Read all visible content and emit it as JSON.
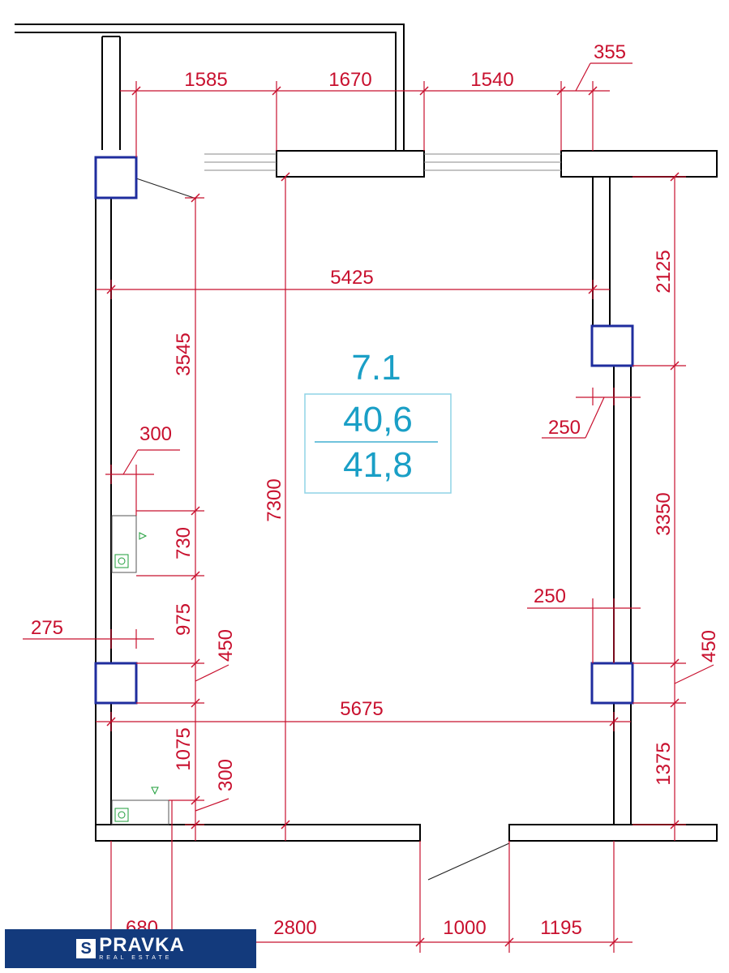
{
  "room": {
    "number": "7.1",
    "area_living": "40,6",
    "area_total": "41,8"
  },
  "dimensions": {
    "top": [
      "1585",
      "1670",
      "1540",
      "355"
    ],
    "right": [
      "2125",
      "250",
      "3350",
      "250",
      "450",
      "1375"
    ],
    "left": [
      "3545",
      "300",
      "730",
      "975",
      "275",
      "450",
      "1075",
      "300"
    ],
    "interior": [
      "5425",
      "7300",
      "5675"
    ],
    "bottom": [
      "680",
      "2800",
      "1000",
      "1195"
    ]
  },
  "brand": {
    "letter": "S",
    "name": "PRAVKA",
    "tagline": "REAL ESTATE",
    "color": "#133a7c"
  },
  "colors": {
    "wall": "#000000",
    "dimension": "#c8102e",
    "column": "#1f2d9e",
    "room_label": "#1a9fc6",
    "fixture": "#1e9e3a"
  }
}
